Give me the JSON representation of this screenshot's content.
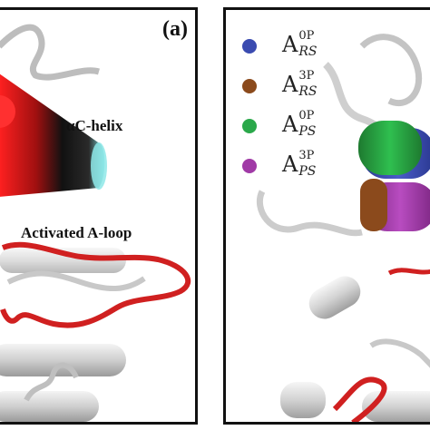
{
  "panel_a": {
    "letter": "(a)",
    "ac_helix_label": "αC-helix",
    "aloop_label": "Activated A-loop"
  },
  "panel_b": {
    "legend": [
      {
        "base": "A",
        "sup": "0P",
        "sub": "RS",
        "color": "#3a4bb0"
      },
      {
        "base": "A",
        "sup": "3P",
        "sub": "RS",
        "color": "#8b4a1c"
      },
      {
        "base": "A",
        "sup": "0P",
        "sub": "PS",
        "color": "#2aa84a"
      },
      {
        "base": "A",
        "sup": "3P",
        "sub": "PS",
        "color": "#a03aa6"
      }
    ]
  },
  "colors": {
    "cone_red": "#e01818",
    "cone_cyan": "#7fe0e0",
    "loop_red": "#d02020",
    "cartoon_grey": "#d8d8d8"
  }
}
